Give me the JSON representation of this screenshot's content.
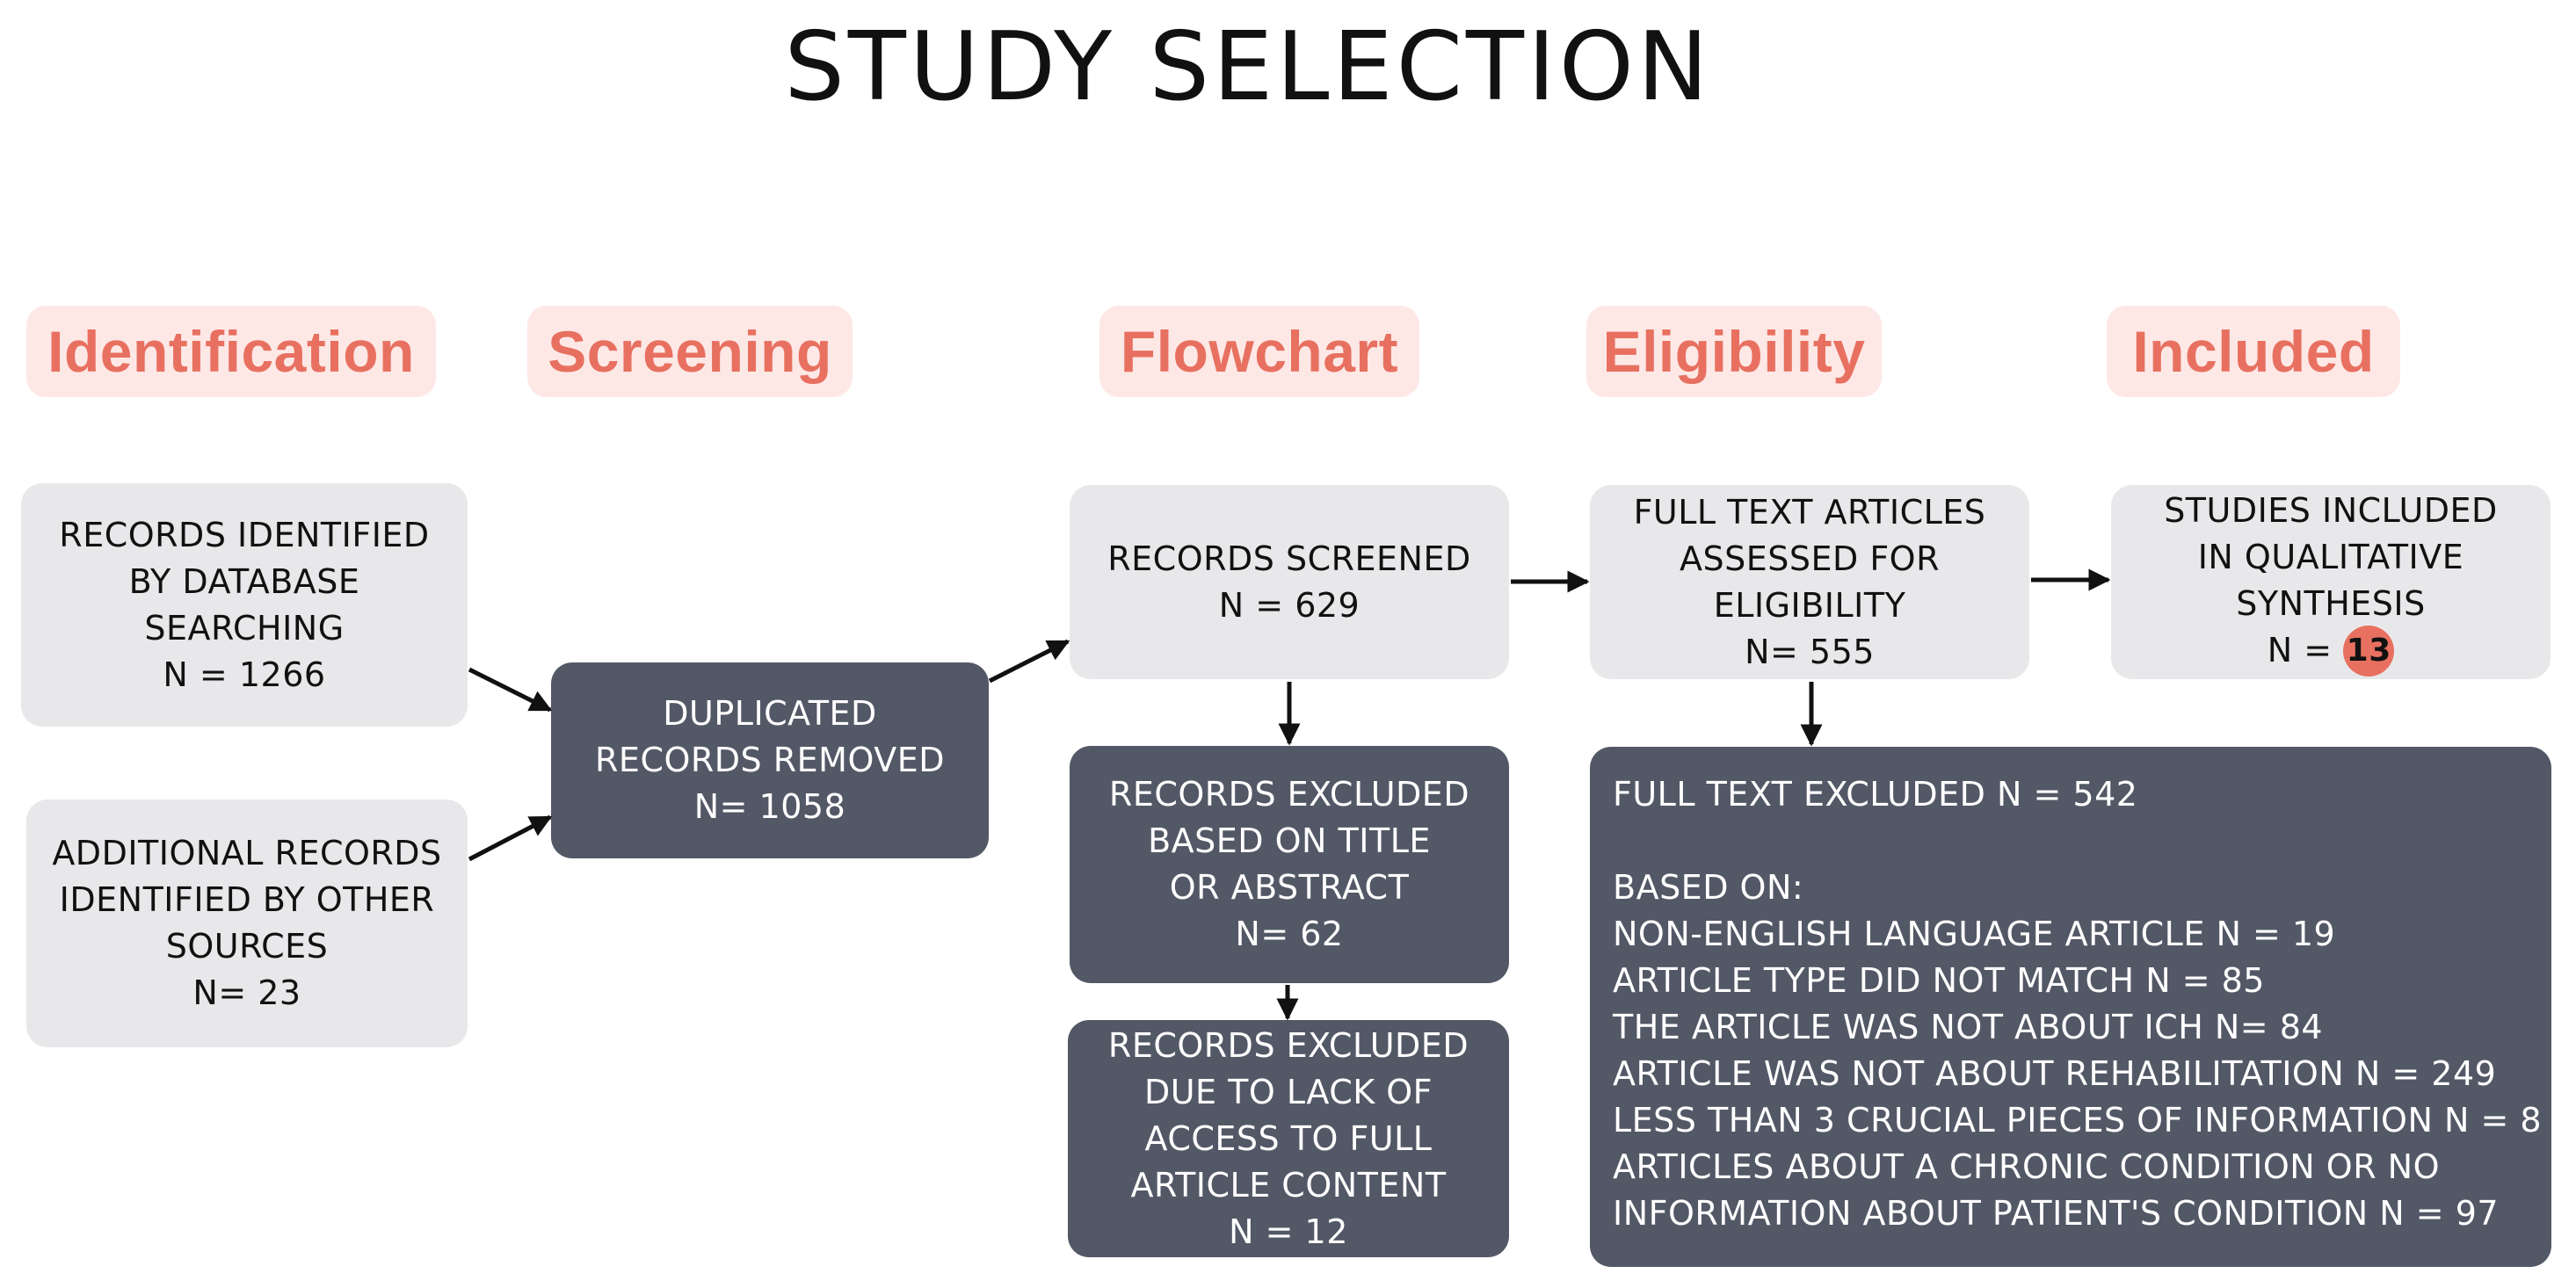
{
  "title": "STUDY SELECTION",
  "colors": {
    "stage_bg": "#fde8e6",
    "stage_text": "#e87060",
    "light_box": "#e8e8ea",
    "dark_box": "#535866",
    "badge": "#e87060"
  },
  "stages": [
    {
      "label": "Identification"
    },
    {
      "label": "Screening"
    },
    {
      "label": "Flowchart"
    },
    {
      "label": "Eligibility"
    },
    {
      "label": "Included"
    }
  ],
  "boxes": {
    "db_records": [
      "RECORDS IDENTIFIED",
      "BY DATABASE",
      "SEARCHING",
      "N = 1266"
    ],
    "other_records": [
      "ADDITIONAL RECORDS",
      "IDENTIFIED BY OTHER",
      "SOURCES",
      "N= 23"
    ],
    "duplicates": [
      "DUPLICATED",
      "RECORDS REMOVED",
      "N= 1058"
    ],
    "screened": [
      "RECORDS SCREENED",
      "N = 629"
    ],
    "excluded_title": [
      "RECORDS EXCLUDED",
      "BASED ON TITLE",
      "OR ABSTRACT",
      "N= 62"
    ],
    "excluded_access": [
      "RECORDS EXCLUDED",
      "DUE TO LACK OF",
      "ACCESS TO FULL",
      "ARTICLE CONTENT",
      "N = 12"
    ],
    "fulltext": [
      "FULL TEXT ARTICLES",
      "ASSESSED FOR",
      "ELIGIBILITY",
      "N= 555"
    ],
    "included": {
      "lines": [
        "STUDIES INCLUDED",
        "IN QUALITATIVE",
        "SYNTHESIS"
      ],
      "count_prefix": "N = ",
      "count": "13"
    }
  },
  "fulltext_excluded": {
    "heading": "FULL TEXT EXCLUDED N = 542",
    "based_on": "BASED ON:",
    "reasons": [
      "NON-ENGLISH LANGUAGE ARTICLE N = 19",
      "ARTICLE TYPE DID NOT MATCH N = 85",
      "THE ARTICLE WAS NOT ABOUT ICH N= 84",
      "ARTICLE WAS NOT ABOUT REHABILITATION N = 249",
      "LESS THAN 3 CRUCIAL PIECES OF INFORMATION N = 8",
      "ARTICLES ABOUT A CHRONIC CONDITION OR NO",
      "INFORMATION ABOUT PATIENT'S CONDITION N = 97"
    ]
  }
}
